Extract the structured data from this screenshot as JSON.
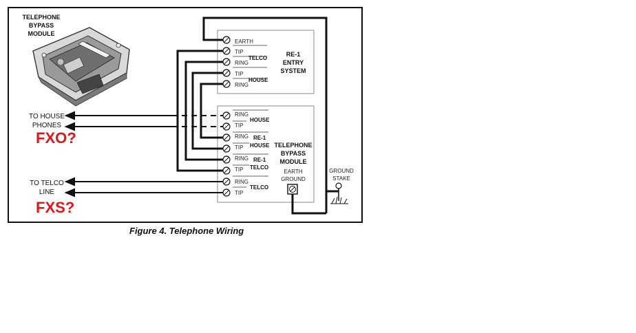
{
  "module_photo_title": [
    "TELEPHONE",
    "BYPASS",
    "MODULE"
  ],
  "re1_block": {
    "title": [
      "RE-1",
      "ENTRY",
      "SYSTEM"
    ],
    "terminals": [
      "EARTH",
      "TIP",
      "RING",
      "TIP",
      "RING"
    ],
    "group_labels": [
      "TELCO",
      "HOUSE"
    ]
  },
  "tbm_block": {
    "title": [
      "TELEPHONE",
      "BYPASS",
      "MODULE"
    ],
    "terminals": [
      "RING",
      "TIP",
      "RING",
      "TIP",
      "RING",
      "TIP",
      "RING",
      "TIP"
    ],
    "group_labels": [
      "HOUSE",
      "RE-1",
      "HOUSE",
      "RE-1",
      "TELCO",
      "TELCO"
    ],
    "earth_ground": [
      "EARTH",
      "GROUND"
    ]
  },
  "house_phones": [
    "TO HOUSE",
    "PHONES"
  ],
  "telco_line": [
    "TO TELCO",
    "LINE"
  ],
  "annotation_fxo": "FXO?",
  "annotation_fxs": "FXS?",
  "ground_stake": [
    "GROUND",
    "STAKE"
  ],
  "caption": "Figure 4. Telephone Wiring",
  "colors": {
    "annotation": "#e0161b",
    "line": "#111111"
  }
}
